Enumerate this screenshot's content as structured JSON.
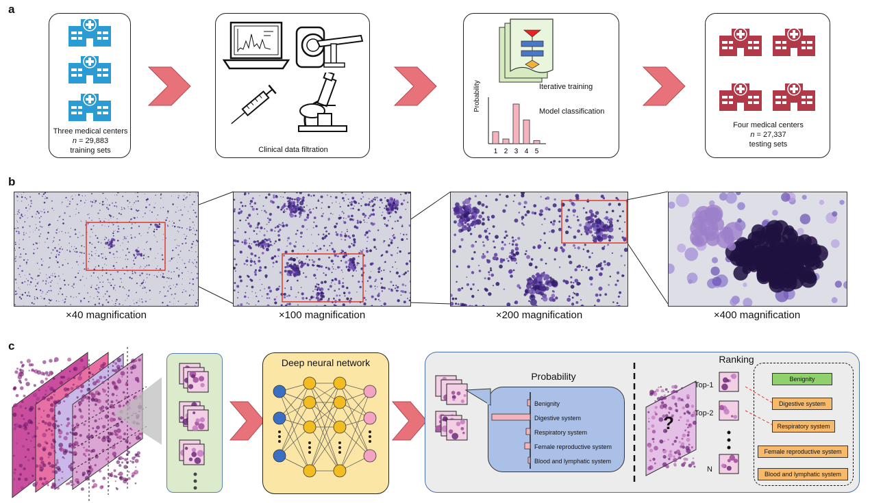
{
  "panels": {
    "a": "a",
    "b": "b",
    "c": "c"
  },
  "panel_a": {
    "training": {
      "line1": "Three medical centers",
      "n_label": "n",
      "n_value": " = 29,883",
      "line3": "training sets"
    },
    "clinical": {
      "label": "Clinical data filtration"
    },
    "model": {
      "iterative": "Iterative training",
      "classification": "Model classification",
      "ylabel": "Probability",
      "ticks": [
        "1",
        "2",
        "3",
        "4",
        "5"
      ]
    },
    "testing": {
      "line1": "Four medical centers",
      "n_label": "n",
      "n_value": " = 27,337",
      "line3": "testing sets"
    },
    "colors": {
      "train_hospital": "#2b9bd3",
      "test_hospital": "#b23a48",
      "arrow": "#e8727a"
    }
  },
  "panel_b": {
    "magnifications": [
      "×40 magnification",
      "×100 magnification",
      "×200 magnification",
      "×400 magnification"
    ]
  },
  "panel_c": {
    "dnn_title": "Deep neural network",
    "probability_title": "Probability",
    "ranking_title": "Ranking",
    "classes": [
      "Benignity",
      "Digestive system",
      "Respiratory system",
      "Female reproductive system",
      "Blood and lymphatic system"
    ],
    "ranks": [
      "Top-1",
      "Top-2",
      "N"
    ],
    "question": "?",
    "tags": [
      "Benignity",
      "Digestive system",
      "Respiratory system",
      "Female reproductive system",
      "Blood and lymphatic system"
    ],
    "colors": {
      "dnn_bg": "#fbe6a6",
      "prob_bg": "#aac0e6",
      "panel_bg": "#ececec",
      "benign_tag": "#8fd16a",
      "tag": "#f7b96a"
    }
  }
}
